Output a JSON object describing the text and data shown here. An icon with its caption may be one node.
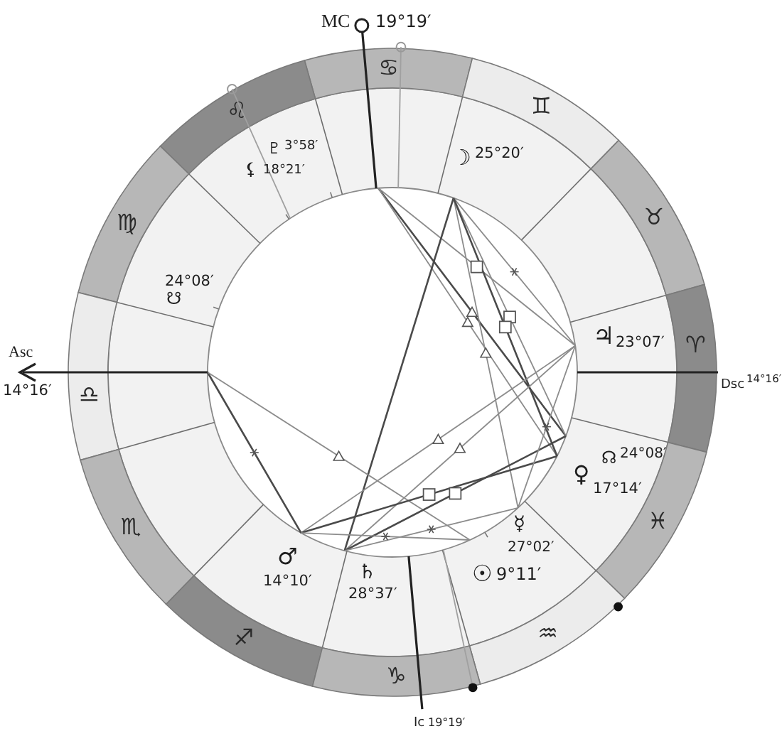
{
  "diagram": {
    "nodes": [
      {
        "text": [
          "♋"
        ]
      },
      {
        "text": [
          "♌"
        ]
      },
      {
        "text": [
          "♊"
        ]
      },
      {
        "text": [
          "♍"
        ]
      },
      {
        "text": [
          "♉"
        ]
      },
      {
        "text": [
          "♎"
        ]
      },
      {
        "text": [
          "♈"
        ]
      },
      {
        "text": [
          "♏"
        ]
      },
      {
        "text": [
          "♓"
        ]
      },
      {
        "text": [
          "♐"
        ]
      },
      {
        "text": [
          "♒"
        ]
      },
      {
        "text": [
          "♑"
        ]
      }
    ],
    "labels": [
      "MC",
      "19°19′",
      "♇",
      "3°58′",
      "⚸",
      "18°21′",
      "☽",
      "25°20′",
      "24°08′",
      "☋",
      "♃",
      "23°07′",
      "Asc",
      "14°16′",
      "Dsc",
      "14°16′",
      "☊",
      "24°08′",
      "♀",
      "17°14′",
      "☿",
      "27°02′",
      "♂",
      "☉",
      "9°11′",
      "14°10′",
      "♄",
      "28°37′",
      "Ic",
      "19°19′"
    ]
  }
}
